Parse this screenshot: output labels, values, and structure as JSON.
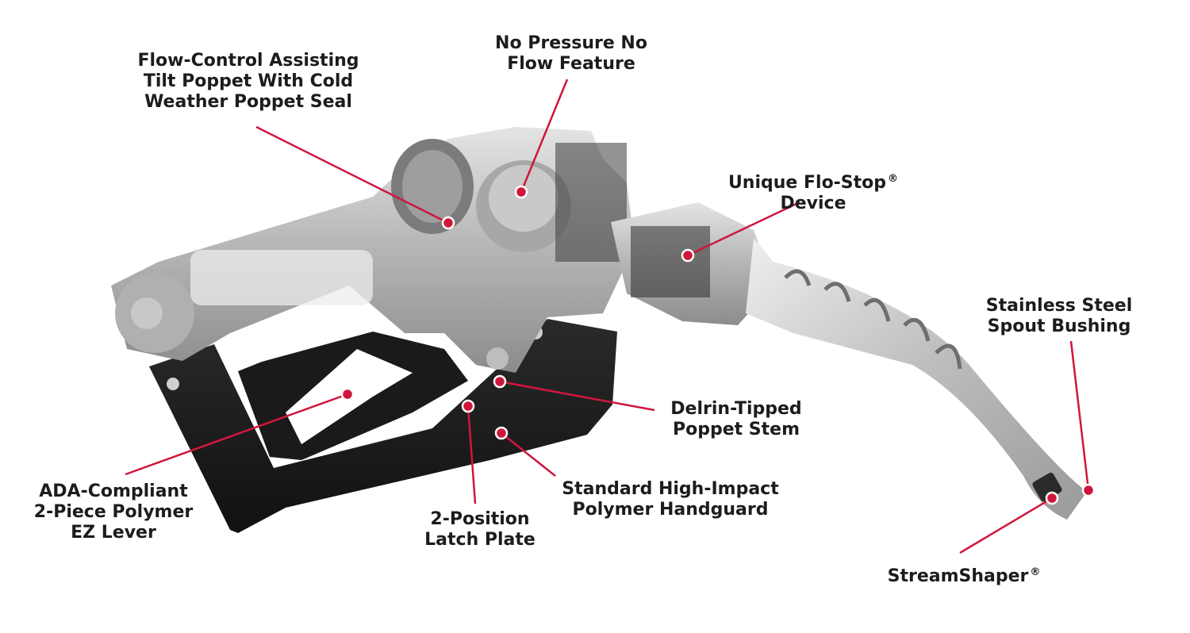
{
  "accent_color": "#d0163c",
  "callouts": {
    "flow_control": {
      "lines": [
        "Flow-Control Assisting",
        "Tilt Poppet With Cold",
        "Weather Poppet Seal"
      ]
    },
    "no_pressure": {
      "lines": [
        "No Pressure No",
        "Flow Feature"
      ]
    },
    "flo_stop": {
      "lines": [
        "Unique Flo-Stop",
        "Device"
      ],
      "mark": "®"
    },
    "spout_bushing": {
      "lines": [
        "Stainless Steel",
        "Spout Bushing"
      ]
    },
    "delrin": {
      "lines": [
        "Delrin-Tipped",
        "Poppet Stem"
      ]
    },
    "handguard": {
      "lines": [
        "Standard High-Impact",
        "Polymer Handguard"
      ]
    },
    "latch_plate": {
      "lines": [
        "2-Position",
        "Latch Plate"
      ]
    },
    "ez_lever": {
      "lines": [
        "ADA-Compliant",
        "2-Piece Polymer",
        "EZ Lever"
      ]
    },
    "streamshaper": {
      "lines": [
        "StreamShaper"
      ],
      "mark": "®"
    }
  }
}
